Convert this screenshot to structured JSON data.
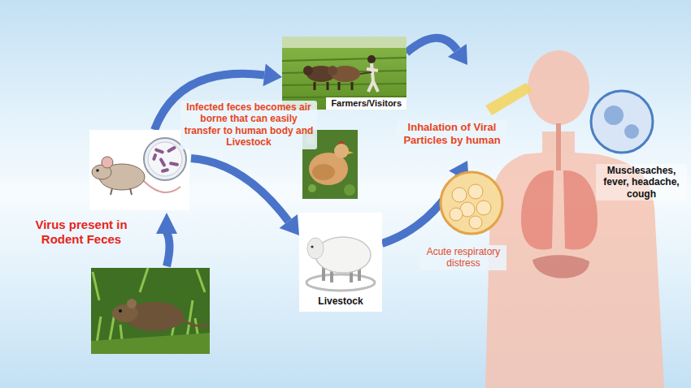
{
  "diagram": {
    "nodes": [
      {
        "text": [
          "Virus present in Rodent Feces"
        ]
      },
      {
        "text": [
          "Farmers/Visitors"
        ]
      },
      {
        "text": [
          "Livestock"
        ]
      },
      {
        "text": [
          "Musclesaches, fever, headache, cough",
          "Acute respiratory distress"
        ]
      }
    ],
    "edges": [
      {
        "from": 0,
        "to": 1,
        "arrow": "to"
      },
      {
        "from": 0,
        "to": 2,
        "arrow": "to"
      },
      {
        "from": 1,
        "to": 3,
        "arrow": "to"
      },
      {
        "from": 2,
        "to": 3,
        "arrow": "to"
      }
    ],
    "labels": [
      "Infected feces becomes air borne that can easily transfer to human body and Livestock",
      "Inhalation of Viral Particles by human"
    ]
  }
}
